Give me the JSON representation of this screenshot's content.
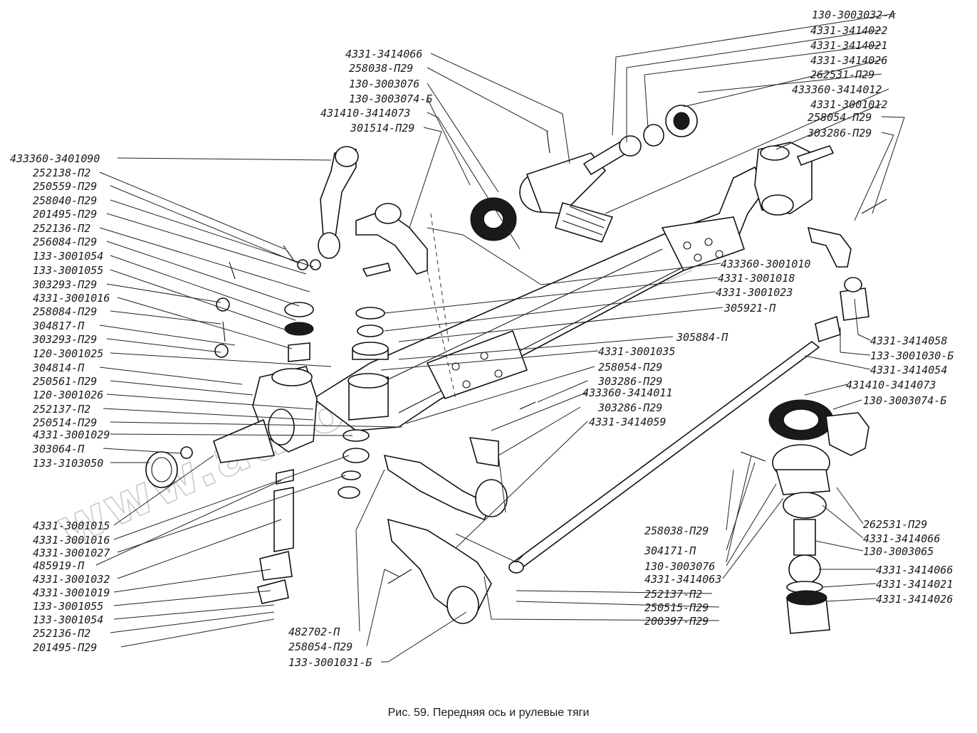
{
  "caption": "Рис. 59. Передняя ось и рулевые тяги",
  "watermark": "www.autokomplekt.kz",
  "labels": {
    "top": [
      "130-3003032-А",
      "4331-3414022",
      "4331-3414021",
      "4331-3414026",
      "262531-П29",
      "433360-3414012",
      "4331-3001012",
      "258054-П29",
      "303286-П29",
      "4331-3414066",
      "258038-П29",
      "130-3003076",
      "130-3003074-Б",
      "431410-3414073",
      "301514-П29"
    ],
    "left": [
      "433360-3401090",
      "252138-П2",
      "250559-П29",
      "258040-П29",
      "201495-П29",
      "252136-П2",
      "256084-П29",
      "133-3001054",
      "133-3001055",
      "303293-П29",
      "4331-3001016",
      "258084-П29",
      "304817-П",
      "303293-П29",
      "120-3001025",
      "304814-П",
      "250561-П29",
      "120-3001026",
      "252137-П2",
      "250514-П29",
      "4331-3001029",
      "303064-П",
      "133-3103050"
    ],
    "bottom_left": [
      "4331-3001015",
      "4331-3001016",
      "4331-3001027",
      "485919-П",
      "4331-3001032",
      "4331-3001019",
      "133-3001055",
      "133-3001054",
      "252136-П2",
      "201495-П29"
    ],
    "middle": [
      "433360-3001010",
      "4331-3001018",
      "4331-3001023",
      "305921-П",
      "305884-П",
      "4331-3001035",
      "258054-П29",
      "303286-П29",
      "433360-3414011",
      "303286-П29",
      "4331-3414059"
    ],
    "right": [
      "4331-3414058",
      "133-3001030-Б",
      "4331-3414054",
      "431410-3414073",
      "130-3003074-Б",
      "262531-П29",
      "4331-3414066",
      "130-3003065",
      "4331-3414066",
      "4331-3414021",
      "4331-3414026"
    ],
    "bottom_middle": [
      "258038-П29",
      "304171-П",
      "130-3003076",
      "4331-3414063",
      "252137-П2",
      "250515-П29",
      "200397-П29"
    ],
    "bottom": [
      "482702-П",
      "258054-П29",
      "133-3001031-Б"
    ]
  }
}
